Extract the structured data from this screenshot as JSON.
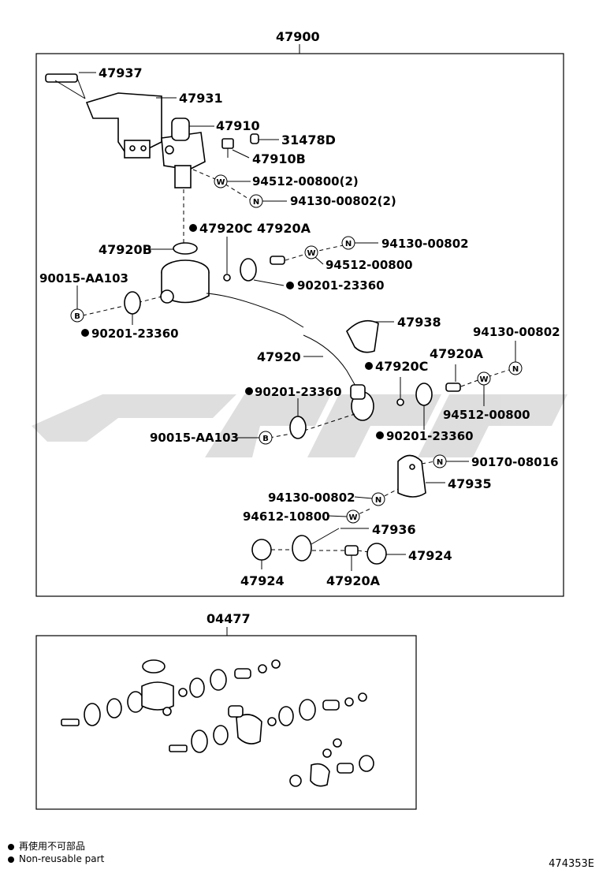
{
  "diagram": {
    "assembly_top": "47900",
    "assembly_bottom": "04477",
    "drawing_no": "474353E",
    "legend": {
      "non_reusable_cn": "再使用不可部品",
      "non_reusable_en": "Non-reusable part"
    },
    "badges": {
      "washer": "W",
      "nut": "N",
      "bolt": "B"
    },
    "labels": {
      "l47937": "47937",
      "l47931": "47931",
      "l47910": "47910",
      "l31478D": "31478D",
      "l47910B": "47910B",
      "l94512_2": "94512-00800(2)",
      "l94130_2": "94130-00802(2)",
      "l47920C_a": "47920C",
      "l47920A_a": "47920A",
      "l47920B": "47920B",
      "l94130_a": "94130-00802",
      "l94512_a": "94512-00800",
      "l90015_a": "90015-AA103",
      "l90201_a": "90201-23360",
      "l90201_b": "90201-23360",
      "l47938": "47938",
      "l94130_b": "94130-00802",
      "l47920": "47920",
      "l47920A_b": "47920A",
      "l47920C_b": "47920C",
      "l90201_c": "90201-23360",
      "l94512_b": "94512-00800",
      "l90015_b": "90015-AA103",
      "l90201_d": "90201-23360",
      "l90170": "90170-08016",
      "l47935": "47935",
      "l94130_c": "94130-00802",
      "l94612": "94612-10800",
      "l47936": "47936",
      "l47924_a": "47924",
      "l47924_b": "47924",
      "l47920A_c": "47920A"
    }
  }
}
